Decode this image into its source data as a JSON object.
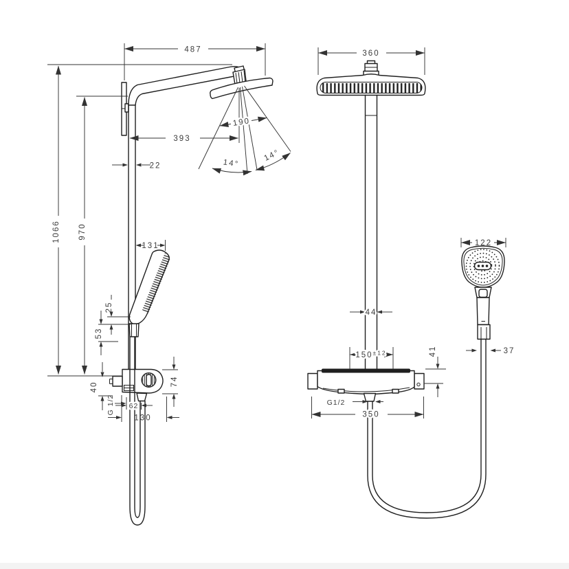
{
  "colors": {
    "ink": "#1f1f1f",
    "dimension": "#333333",
    "text": "#3c3c3c",
    "background": "#ffffff"
  },
  "side_view": {
    "arm_width": "487",
    "arm_reach": "393",
    "spray_diameter": "190",
    "pipe_depth": "22",
    "angle_left": "14°",
    "angle_right": "14°",
    "total_height": "1066",
    "bar_height": "970",
    "handshower_reach": "131",
    "holder_offset": "25",
    "connector_length": "53",
    "supply_offset": "40",
    "supply_thread": "G 1/2",
    "outlet_offset": "62",
    "valve_depth": "130",
    "valve_height": "74"
  },
  "front_view": {
    "head_width": "360",
    "pipe_width": "44",
    "handshower_diameter": "122",
    "supply_distance": "150",
    "supply_tolerance": "±12",
    "body_offset": "41",
    "hose_diameter": "37",
    "outlet_thread": "G1/2",
    "body_width": "350"
  }
}
